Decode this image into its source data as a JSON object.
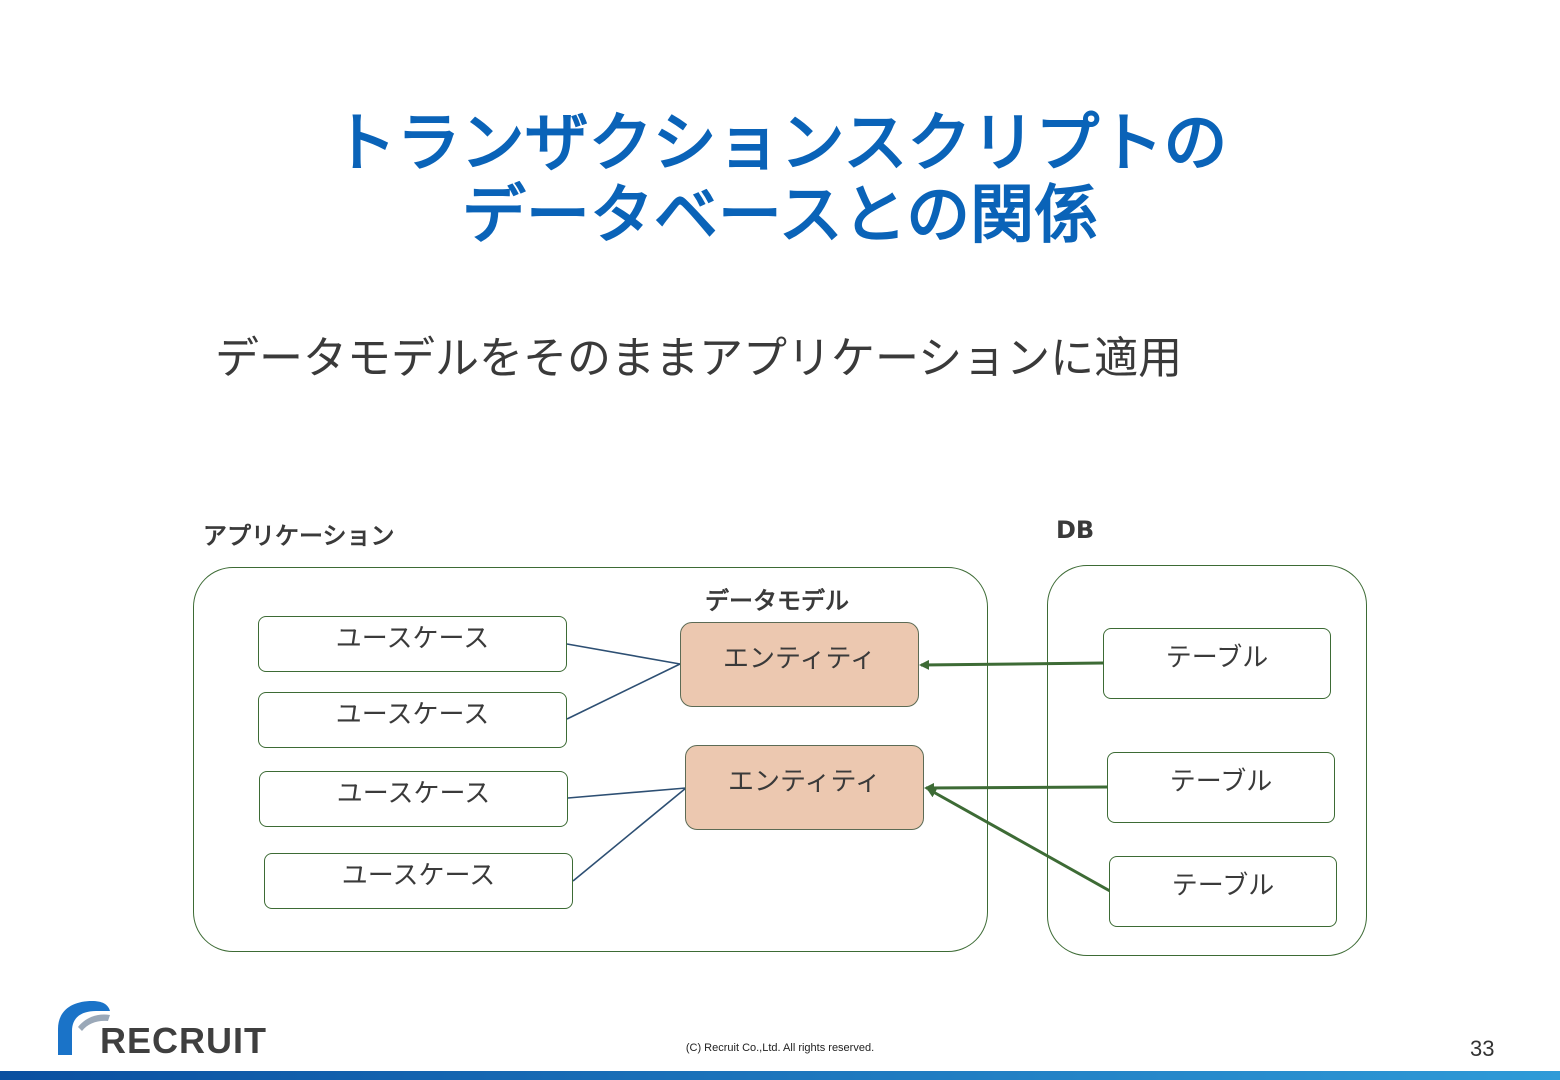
{
  "slide": {
    "title_line1": "トランザクションスクリプトの",
    "title_line2": "データベースとの関係",
    "subtitle": "データモデルをそのままアプリケーションに適用",
    "page_number": "33",
    "copyright": "(C) Recruit Co.,Ltd. All rights reserved."
  },
  "logo": {
    "text": "RECRUIT"
  },
  "diagram": {
    "app_label": "アプリケーション",
    "db_label": "DB",
    "model_label": "データモデル",
    "usecases": [
      "ユースケース",
      "ユースケース",
      "ユースケース",
      "ユースケース"
    ],
    "entities": [
      "エンティティ",
      "エンティティ"
    ],
    "tables": [
      "テーブル",
      "テーブル",
      "テーブル"
    ]
  },
  "colors": {
    "title": "#0a63b8",
    "container_border": "#3d6b35",
    "entity_fill": "#ecc8b0",
    "arrow": "#3d6b35",
    "usecase_link": "#2d4f73"
  }
}
